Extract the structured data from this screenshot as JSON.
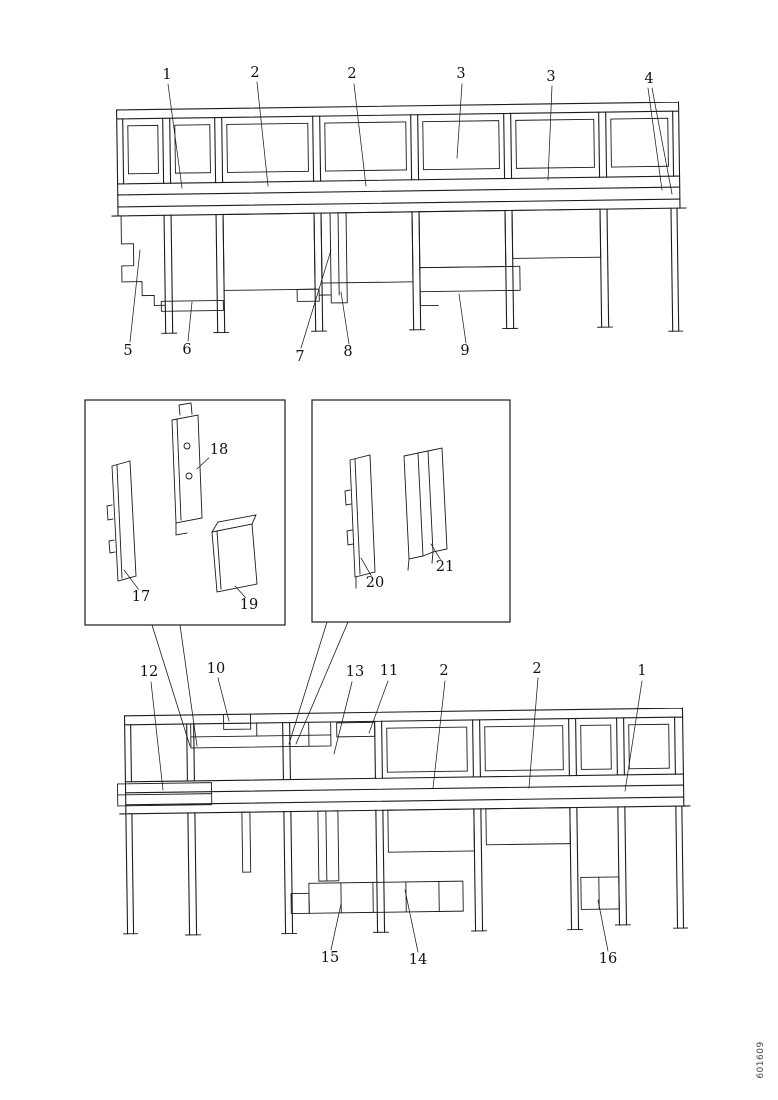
{
  "figure": {
    "drawing_number": "601609"
  },
  "top_view": {
    "callouts_above": [
      "1",
      "2",
      "2",
      "3",
      "3",
      "4"
    ],
    "callouts_below": [
      "5",
      "6",
      "7",
      "8",
      "9"
    ]
  },
  "detail_left": {
    "callouts": [
      "17",
      "18",
      "19"
    ]
  },
  "detail_right": {
    "callouts": [
      "20",
      "21"
    ]
  },
  "bottom_view": {
    "callouts_above": [
      "12",
      "10",
      "13",
      "11",
      "2",
      "2",
      "1"
    ],
    "callouts_below": [
      "15",
      "14",
      "16"
    ]
  }
}
